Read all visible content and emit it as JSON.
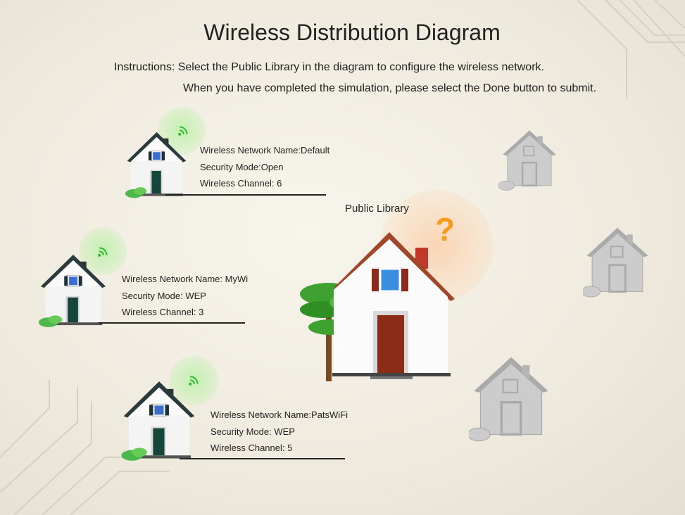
{
  "title": "Wireless Distribution Diagram",
  "instructions": {
    "line1": "Instructions: Select the Public Library in the diagram to configure the wireless network.",
    "line2": "When you have completed the simulation, please select the Done button to submit."
  },
  "houses": [
    {
      "name": "Wireless Network Name:Default",
      "security": "Security Mode:Open",
      "channel": "Wireless Channel: 6"
    },
    {
      "name": "Wireless Network Name: MyWi",
      "security": "Security Mode: WEP",
      "channel": "Wireless Channel: 3"
    },
    {
      "name": "Wireless Network Name:PatsWiFi",
      "security": "Security Mode: WEP",
      "channel": "Wireless Channel: 5"
    }
  ],
  "library": {
    "label": "Public Library",
    "status_icon": "question-mark-icon"
  },
  "colors": {
    "accent": "#f39c1f",
    "wifi": "#2db82d",
    "roof": "#a0472a"
  }
}
